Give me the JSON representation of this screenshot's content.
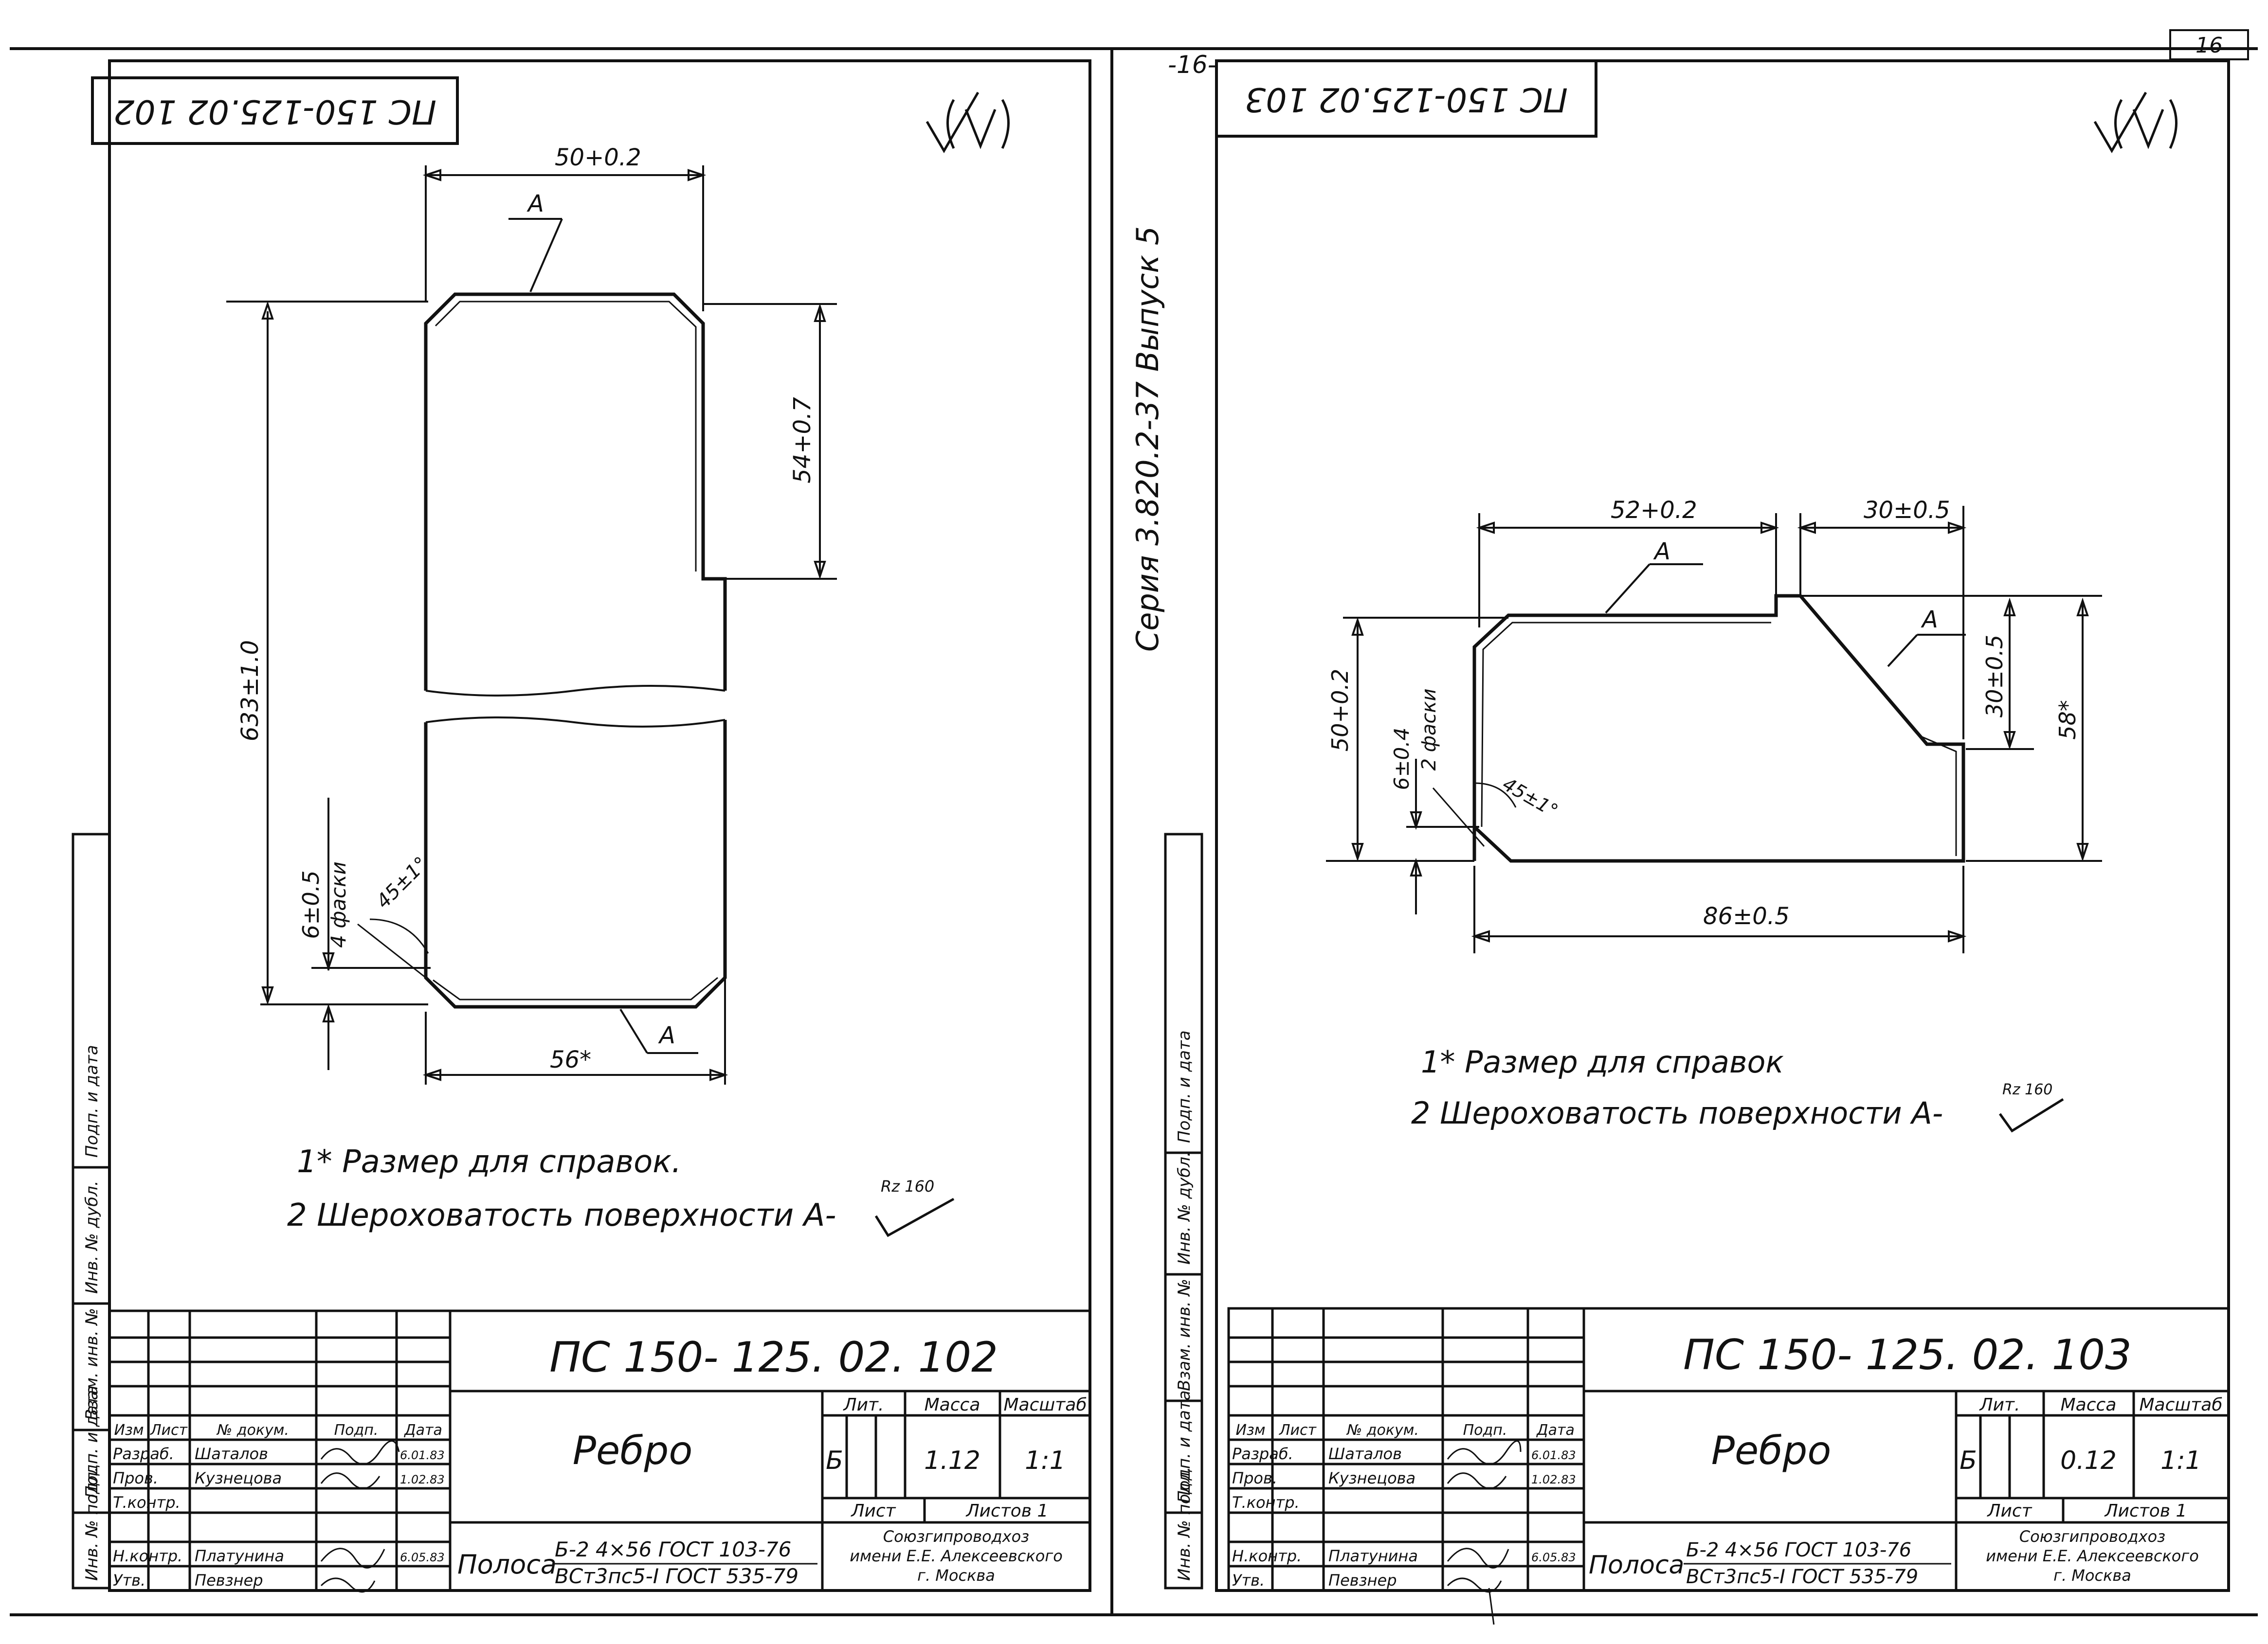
{
  "page_number": "16",
  "top_mark": "-16-",
  "series_text": "Серия   3.820.2-37   Выпуск 5",
  "roughness_label": "Rz 160",
  "side_stamp": [
    "Инв. № подл.",
    "Подп. и дата",
    "Взам. инв. №",
    "Инв. № дубл.",
    "Подп. и дата"
  ],
  "left_sheet": {
    "mirrored_code": "ПС 150-125.02 102",
    "dims": {
      "width_top": "50+0.2",
      "height_total": "633±1.0",
      "right_step": "54+0.7",
      "chamfer_size": "6±0.5",
      "chamfer_note": "4 фаски",
      "angle": "45±1°",
      "width_bottom": "56*"
    },
    "surface_label_top": "A",
    "surface_label_bottom": "A",
    "notes": [
      "1* Размер    для   справок.",
      "2  Шероховатость  поверхности  А-"
    ],
    "title_block": {
      "code": "ПС  150-  125.  02.  102",
      "name": "Ребро",
      "lit_header": "Лит.",
      "mass_header": "Масса",
      "scale_header": "Масштаб",
      "lit": "Б",
      "mass": "1.12",
      "scale": "1:1",
      "sheet_label": "Лист",
      "sheets_label": "Листов 1",
      "col_headers": [
        "Изм",
        "Лист",
        "№ докум.",
        "Подп.",
        "Дата"
      ],
      "rows": [
        {
          "role": "Разраб.",
          "name": "Шаталов",
          "date": "6.01.83"
        },
        {
          "role": "Пров.",
          "name": "Кузнецова",
          "date": "1.02.83"
        },
        {
          "role": "Т.контр.",
          "name": "",
          "date": ""
        },
        {
          "role": "",
          "name": "",
          "date": ""
        },
        {
          "role": "Н.контр.",
          "name": "Платунина",
          "date": "6.05.83"
        },
        {
          "role": "Утв.",
          "name": "Певзнер",
          "date": ""
        }
      ],
      "material_prefix": "Полоса",
      "material_top": "Б-2  4×56  ГОСТ 103-76",
      "material_bottom": "ВСт3пс5-I  ГОСТ 535-79",
      "org": [
        "Союзгипроводхоз",
        "имени Е.Е. Алексеевского",
        "г. Москва"
      ]
    }
  },
  "right_sheet": {
    "mirrored_code": "ПС 150-125.02 103",
    "dims": {
      "width_top": "52+0.2",
      "width_top_right": "30±0.5",
      "height_left": "50+0.2",
      "chamfer_size": "6±0.4",
      "chamfer_note": "2 фаски",
      "angle": "45±1°",
      "height_right_step": "30±0.5",
      "height_right": "58*",
      "width_bottom": "86±0.5"
    },
    "surface_label_top": "A",
    "surface_label_right": "A",
    "notes": [
      "1* Размер    для   справок",
      "2  Шероховатость   поверхности  А-"
    ],
    "title_block": {
      "code": "ПС  150-  125.  02.  103",
      "name": "Ребро",
      "lit_header": "Лит.",
      "mass_header": "Масса",
      "scale_header": "Масштаб",
      "lit": "Б",
      "mass": "0.12",
      "scale": "1:1",
      "sheet_label": "Лист",
      "sheets_label": "Листов 1",
      "col_headers": [
        "Изм",
        "Лист",
        "№ докум.",
        "Подп.",
        "Дата"
      ],
      "rows": [
        {
          "role": "Разраб.",
          "name": "Шаталов",
          "date": "6.01.83"
        },
        {
          "role": "Пров.",
          "name": "Кузнецова",
          "date": "1.02.83"
        },
        {
          "role": "Т.контр.",
          "name": "",
          "date": ""
        },
        {
          "role": "",
          "name": "",
          "date": ""
        },
        {
          "role": "Н.контр.",
          "name": "Платунина",
          "date": "6.05.83"
        },
        {
          "role": "Утв.",
          "name": "Певзнер",
          "date": ""
        }
      ],
      "material_prefix": "Полоса",
      "material_top": "Б-2  4×56  ГОСТ 103-76",
      "material_bottom": "ВСт3пс5-I  ГОСТ 535-79",
      "org": [
        "Союзгипроводхоз",
        "имени Е.Е. Алексеевского",
        "г. Москва"
      ]
    }
  }
}
